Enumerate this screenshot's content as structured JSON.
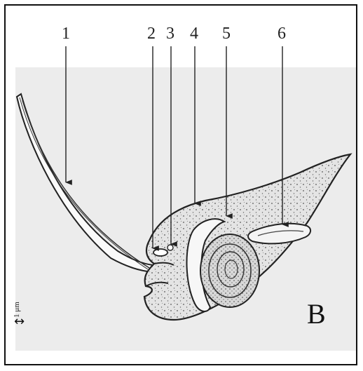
{
  "labels": {
    "l1": "1",
    "l2": "2",
    "l3": "3",
    "l4": "4",
    "l5": "5",
    "l6": "6"
  },
  "panel": "B",
  "scale": {
    "text": "1 μm",
    "arrow": "↔"
  }
}
